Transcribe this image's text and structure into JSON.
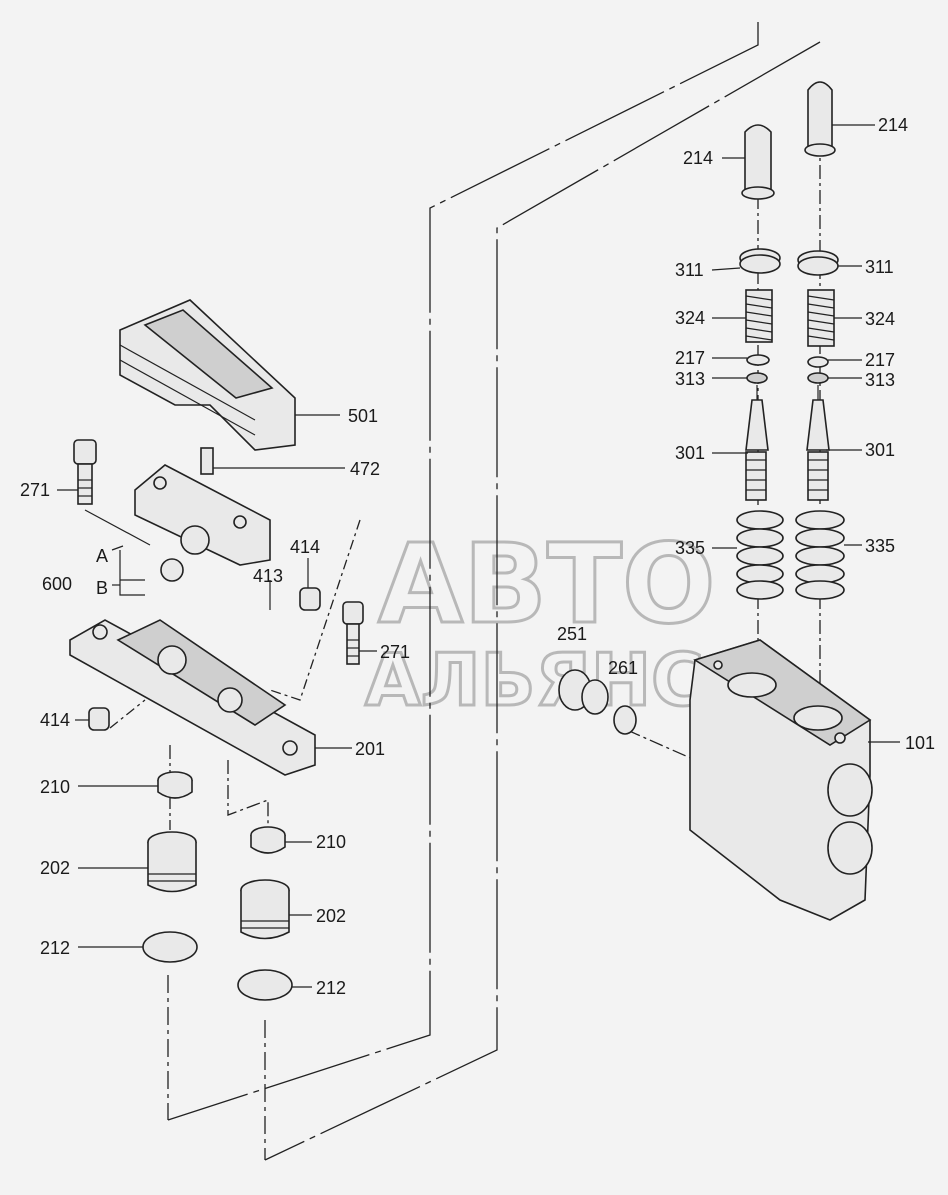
{
  "watermark": {
    "line1": "АВТО",
    "line2": "АЛЬЯНС"
  },
  "labels": {
    "l214a": "214",
    "l214b": "214",
    "l311a": "311",
    "l311b": "311",
    "l324a": "324",
    "l324b": "324",
    "l217a": "217",
    "l217b": "217",
    "l313a": "313",
    "l313b": "313",
    "l301a": "301",
    "l301b": "301",
    "l335a": "335",
    "l335b": "335",
    "l501": "501",
    "l472": "472",
    "l271a": "271",
    "l271b": "271",
    "lA": "A",
    "lB": "B",
    "l600": "600",
    "l414a": "414",
    "l414b": "414",
    "l413": "413",
    "l251": "251",
    "l261": "261",
    "l101": "101",
    "l201": "201",
    "l210a": "210",
    "l210b": "210",
    "l202a": "202",
    "l202b": "202",
    "l212a": "212",
    "l212b": "212"
  }
}
